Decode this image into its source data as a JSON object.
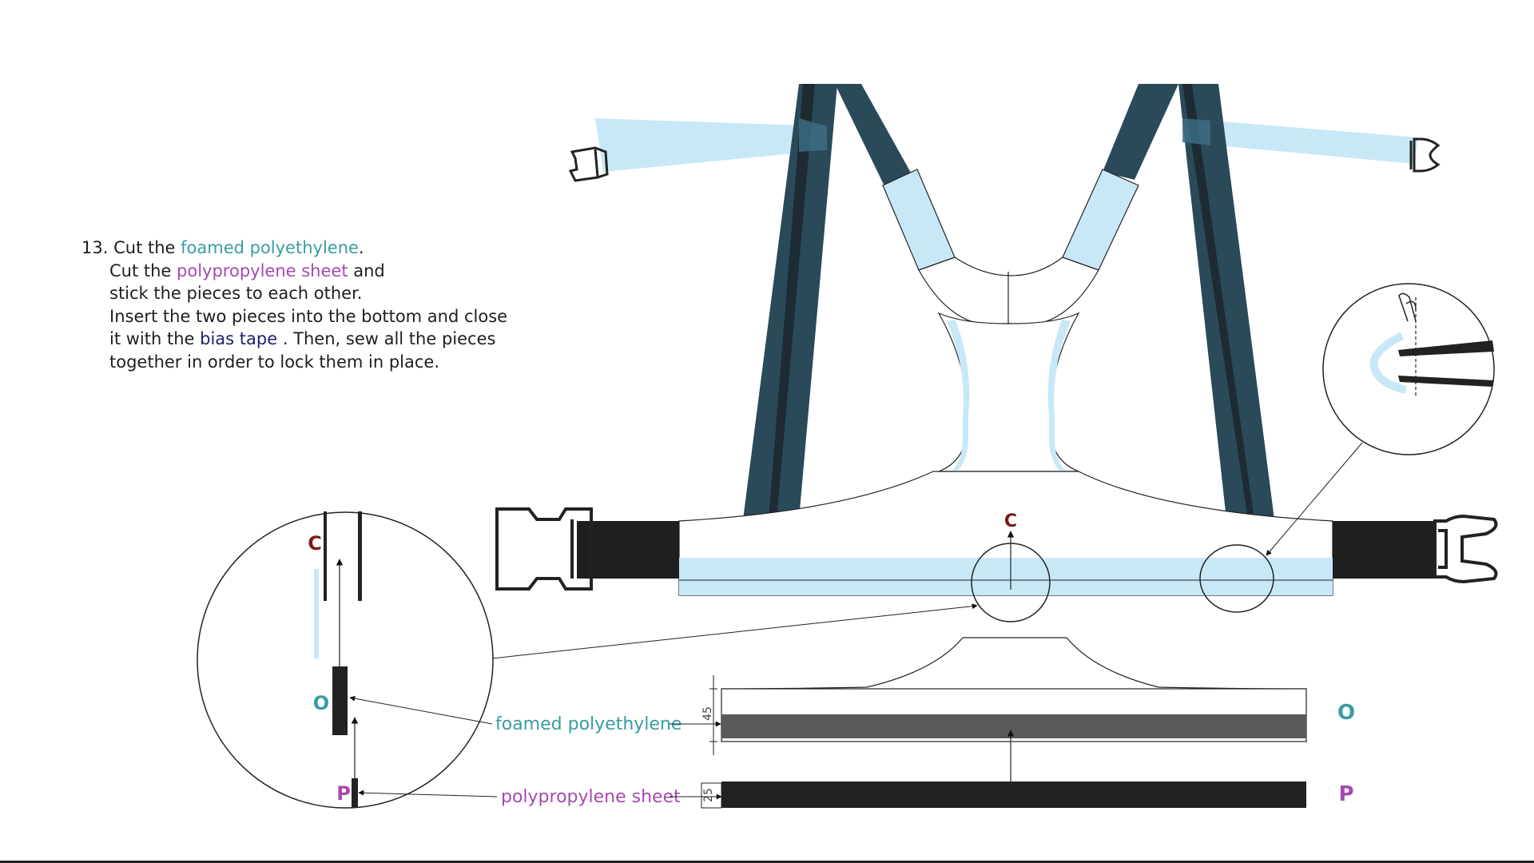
{
  "step": {
    "number": "13.",
    "line1": {
      "pre": "Cut the ",
      "highlight": "foamed polyethylene",
      "post": "."
    },
    "line2": {
      "pre": "Cut the ",
      "highlight": "polypropylene sheet",
      "post": " and"
    },
    "line3": "stick the pieces to each other.",
    "line4": "Insert the two pieces into the bottom and close",
    "line5": {
      "pre": "it with the ",
      "highlight": "bias tape",
      "post": " . Then, sew all the pieces"
    },
    "line6": "together in order to lock them  in place."
  },
  "labels": {
    "foam": "foamed polyethylene",
    "pp": "polypropylene sheet",
    "marker_c": "C",
    "marker_o": "O",
    "marker_p": "P",
    "dim_foam": "45",
    "dim_pp": "25"
  },
  "colors": {
    "strap": "#2b4a59",
    "strap_dark": "#1d2b33",
    "light_blue": "#c8e8f7",
    "buckle_strap": "#1f1f1f",
    "foam_layer": "#5a5a5a",
    "pp_layer": "#222222",
    "c_color": "#7a1a1a",
    "o_color": "#3a9ca3",
    "p_color": "#a64ab0"
  },
  "icons": [
    "buckle-female-icon",
    "buckle-male-icon",
    "needle-icon"
  ]
}
